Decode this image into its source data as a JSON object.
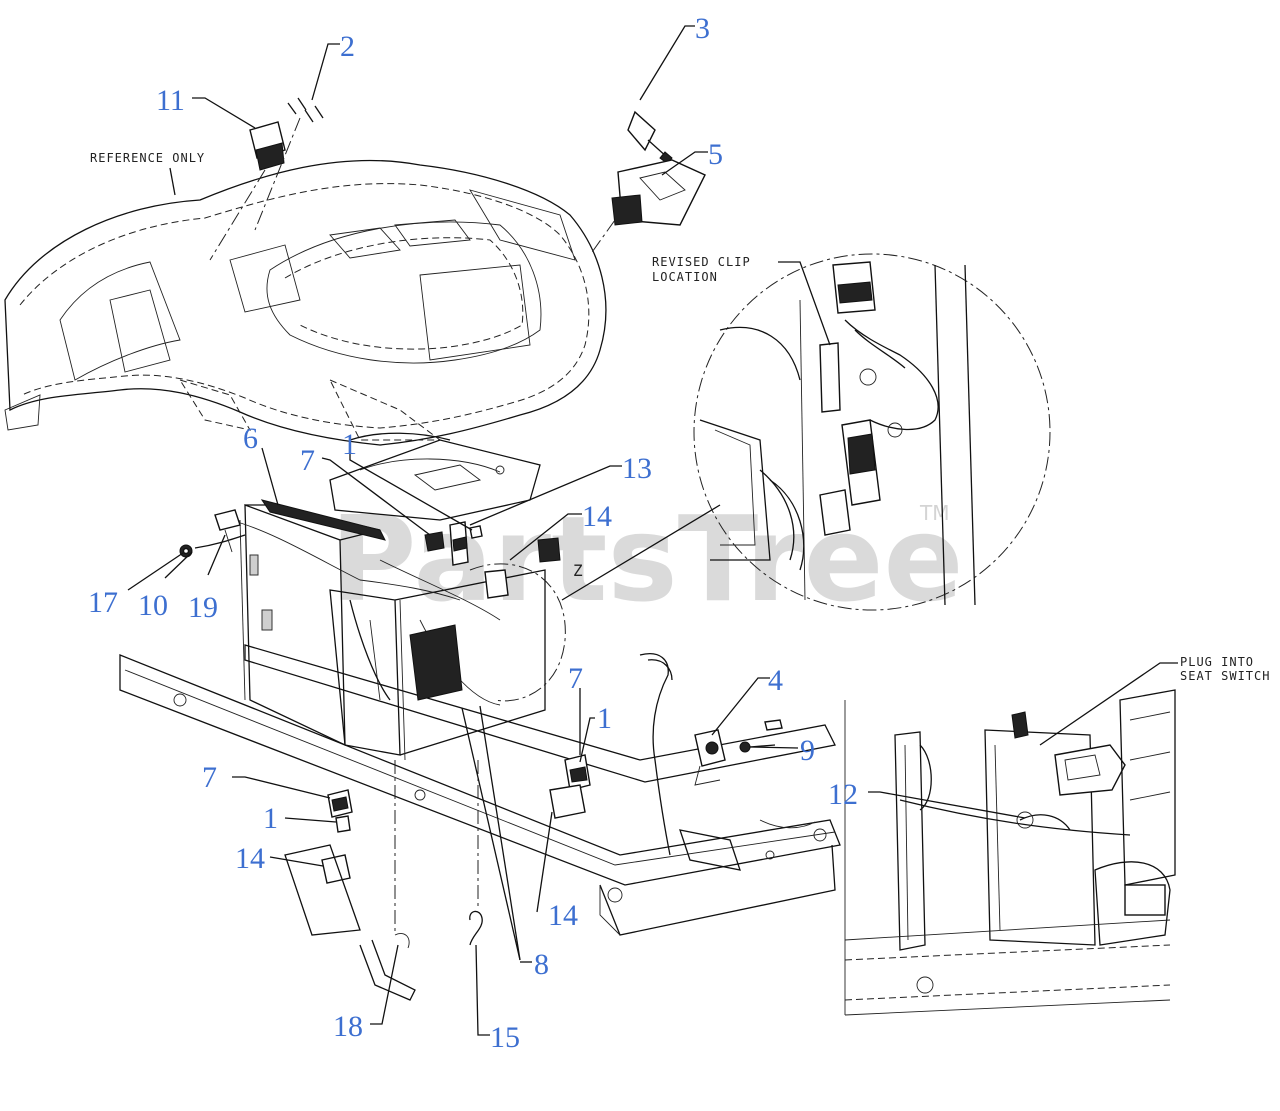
{
  "callouts": [
    {
      "label": "2"
    },
    {
      "label": "3"
    },
    {
      "label": "11"
    },
    {
      "label": "5"
    },
    {
      "label": "6"
    },
    {
      "label": "7"
    },
    {
      "label": "1"
    },
    {
      "label": "13"
    },
    {
      "label": "14"
    },
    {
      "label": "17"
    },
    {
      "label": "10"
    },
    {
      "label": "19"
    },
    {
      "label": "7"
    },
    {
      "label": "1"
    },
    {
      "label": "4"
    },
    {
      "label": "9"
    },
    {
      "label": "7"
    },
    {
      "label": "1"
    },
    {
      "label": "14"
    },
    {
      "label": "14"
    },
    {
      "label": "8"
    },
    {
      "label": "18"
    },
    {
      "label": "15"
    },
    {
      "label": "12"
    }
  ],
  "notes": {
    "reference_only": "REFERENCE ONLY",
    "revised_clip_1": "REVISED CLIP",
    "revised_clip_2": "LOCATION",
    "plug_into_1": "PLUG INTO",
    "plug_into_2": "SEAT SWITCH",
    "detail_letter": "Z"
  },
  "watermark": {
    "text": "PartsTree",
    "tm": "TM"
  },
  "colors": {
    "callout": "#3d6fd0",
    "line": "#111111",
    "watermark": "#d4d4d4"
  }
}
